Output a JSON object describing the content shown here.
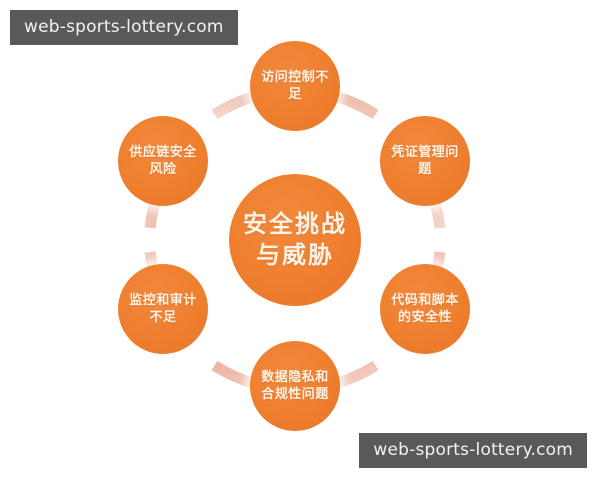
{
  "diagram": {
    "type": "hub-and-spoke-circular",
    "background_color": "#ffffff",
    "node_color": "#ee7f2e",
    "ring_color": "#f0c2b2",
    "text_color": "#fdf2e6",
    "center": {
      "label": "安全挑战与威胁"
    },
    "satellites": [
      {
        "position": "top",
        "label": "访问控制不足"
      },
      {
        "position": "upper-right",
        "label": "凭证管理问题"
      },
      {
        "position": "lower-right",
        "label": "代码和脚本的安全性"
      },
      {
        "position": "bottom",
        "label": "数据隐私和合规性问题"
      },
      {
        "position": "lower-left",
        "label": "监控和审计不足"
      },
      {
        "position": "upper-left",
        "label": "供应链安全风险"
      }
    ]
  },
  "watermarks": {
    "top_left": "web-sports-lottery.com",
    "bottom_right": "web-sports-lottery.com"
  }
}
